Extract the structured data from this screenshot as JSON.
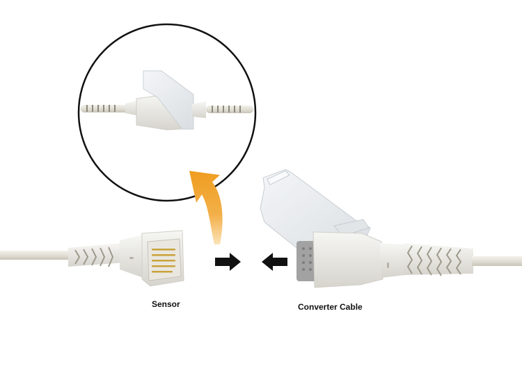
{
  "diagram": {
    "labels": {
      "sensor": "Sensor",
      "converter_cable": "Converter Cable"
    },
    "colors": {
      "background": "#ffffff",
      "cable": "#e6e3da",
      "cable_shadow": "#c9c5b8",
      "connector_body": "#ededea",
      "connector_shadow": "#cfcdc6",
      "pins": "#c9a23a",
      "gray_plug": "#9a9a9a",
      "clear_cover": "#e8ecef",
      "arrow_orange": "#f0a124",
      "arrow_black": "#111111",
      "circle_outline": "#111111"
    },
    "elements": [
      {
        "id": "inset-circle",
        "description": "Zoomed view of sensor and converter cable connected with clear latch closed"
      },
      {
        "id": "sensor-connector",
        "description": "Male sensor connector with gold pins on left cable"
      },
      {
        "id": "converter-connector",
        "description": "Female converter cable connector with gray plug face and open clear latch"
      },
      {
        "id": "curved-arrow",
        "description": "Orange curved arrow pointing up into the inset circle"
      },
      {
        "id": "right-arrow",
        "description": "Black arrow pointing right toward converter"
      },
      {
        "id": "left-arrow",
        "description": "Black arrow pointing left toward sensor"
      }
    ]
  }
}
